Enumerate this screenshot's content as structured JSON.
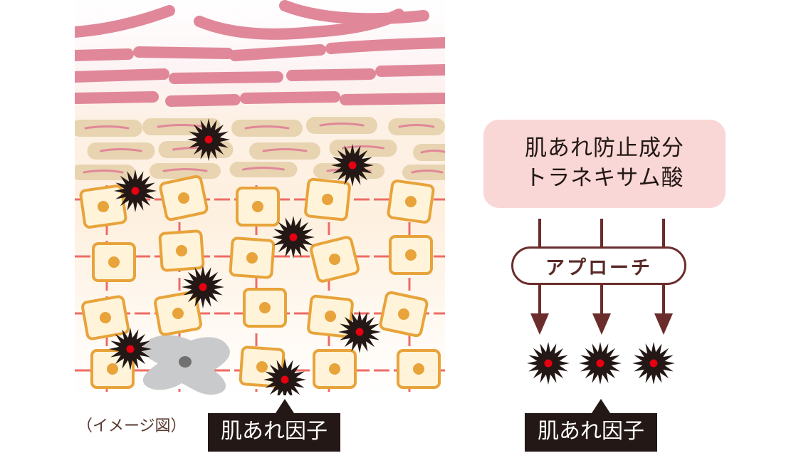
{
  "image_caption": "（イメージ図）",
  "left_factor_label": "肌あれ因子",
  "right_factor_label": "肌あれ因子",
  "ingredient": {
    "line1": "肌あれ防止成分",
    "line2": "トラネキサム酸"
  },
  "approach_label": "アプローチ",
  "colors": {
    "wave": "#e0889a",
    "granular_cell": "#e8d4b0",
    "cell_border": "#e8a33a",
    "cell_fill": "#fff4d9",
    "nucleus": "#e8a33a",
    "network_line": "#ee6b66",
    "factor_star": "#231815",
    "factor_core": "#e60012",
    "arrow": "#6b2d2b",
    "box_fill": "#f9d7d6"
  }
}
